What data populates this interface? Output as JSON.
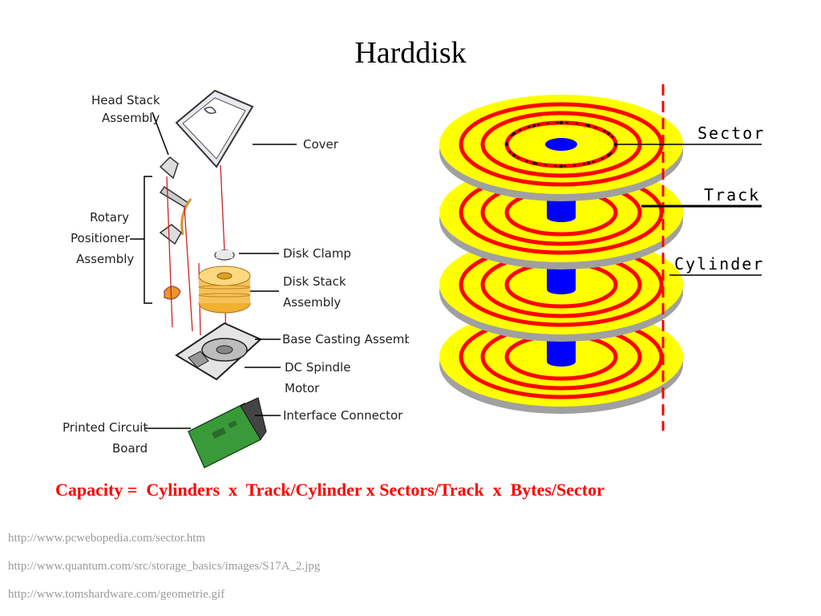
{
  "title": "Harddisk",
  "left_labels": {
    "head_stack_1": "Head Stack",
    "head_stack_2": "Assembly",
    "cover": "Cover",
    "rotary_1": "Rotary",
    "rotary_2": "Positioner",
    "rotary_3": "Assembly",
    "disk_clamp": "Disk Clamp",
    "disk_stack_1": "Disk Stack",
    "disk_stack_2": "Assembly",
    "base_casting": "Base Casting Assembly",
    "dc_spindle_1": "DC Spindle",
    "dc_spindle_2": "Motor",
    "interface": "Interface Connector",
    "pcb_1": "Printed Circuit",
    "pcb_2": "Board"
  },
  "right_labels": {
    "sector": "Sector",
    "track": "Track",
    "cylinder": "Cylinder"
  },
  "formula": "Capacity =  Cylinders  x  Track/Cylinder x Sectors/Track  x  Bytes/Sector",
  "references": [
    "http://www.pcwebopedia.com/sector.htm",
    "http://www.quantum.com/src/storage_basics/images/S17A_2.jpg",
    "http://www.tomshardware.com/geometrie.gif"
  ],
  "colors": {
    "formula": "#ff0000",
    "platter": "#ffff00",
    "track": "#ff0000",
    "spindle": "#0000ff",
    "reference": "#9a9a9a"
  }
}
